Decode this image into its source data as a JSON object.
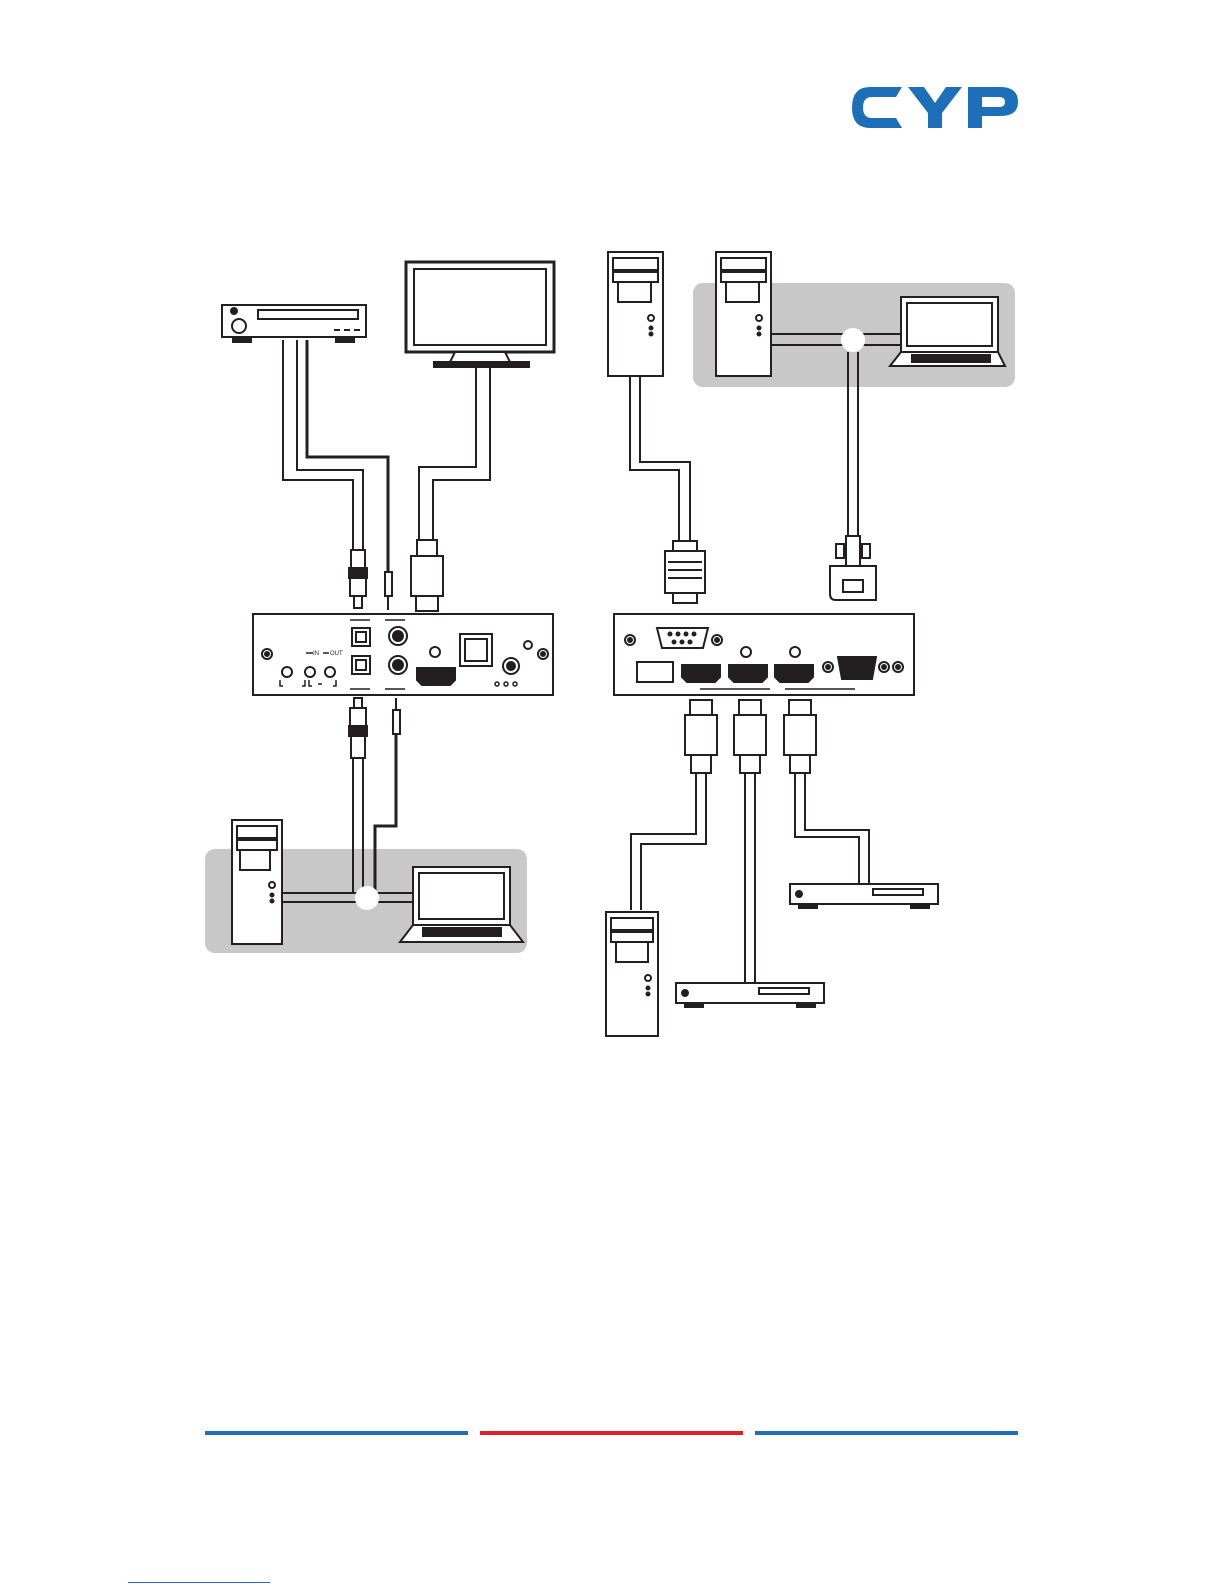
{
  "brand": {
    "logo_text": "CYP",
    "logo_color": "#1d6fba"
  },
  "panel_labels": {
    "in_label": "IN",
    "out_label": "OUT"
  },
  "colors": {
    "line": "#231f20",
    "zone_fill": "#c8c8c8",
    "rule_blue": "#1d6fba",
    "rule_red": "#e02027"
  }
}
